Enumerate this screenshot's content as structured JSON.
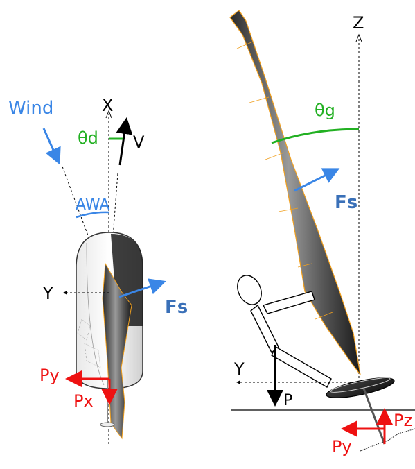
{
  "left_view": {
    "axis_x": "X",
    "axis_y": "Y",
    "wind": "Wind",
    "theta_d": "θd",
    "velocity": "V",
    "awa": "AWA",
    "fs": "Fs",
    "py": "Py",
    "px": "Px"
  },
  "right_view": {
    "axis_z": "Z",
    "axis_y": "Y",
    "theta_g": "θg",
    "fs": "Fs",
    "p": "P",
    "pz": "Pz",
    "py": "Py"
  },
  "colors": {
    "blue": "#3a86e6",
    "green": "#22b022",
    "red": "#ee1111",
    "black": "#000000",
    "sail_edge": "#f0a020"
  }
}
